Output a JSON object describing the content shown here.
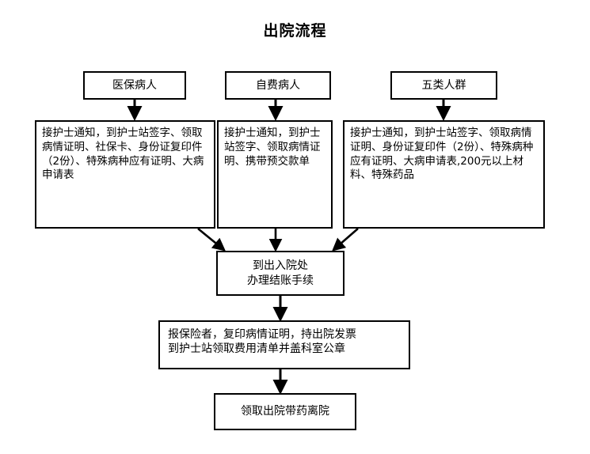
{
  "title": "出院流程",
  "colors": {
    "background": "#ffffff",
    "stroke": "#000000",
    "text": "#000000"
  },
  "nodes": {
    "top_insured": "医保病人",
    "top_selfpay": "自费病人",
    "top_five_categories": "五类人群",
    "detail_insured": "接护士通知，到护士站签字、领取病情证明、社保卡、身份证复印件（2份）、特殊病种应有证明、大病申请表",
    "detail_selfpay": "接护士通知，到护士站签字、领取病情证明、携带预交款单",
    "detail_five_categories": "接护士通知，到护士站签字、领取病情证明、身份证复印件（2份）、特殊病种应有证明、大病申请表,200元以上材料、特殊药品",
    "settlement": "到出入院处\n办理结账手续",
    "settlement_line1": "到出入院处",
    "settlement_line2": "办理结账手续",
    "insurance_claim_line1": "报保险者，复印病情证明，持出院发票",
    "insurance_claim_line2": "到护士站领取费用清单并盖科室公章",
    "final": "领取出院带药离院"
  },
  "edges": [
    {
      "name": "insured-to-detail",
      "from": "top_insured",
      "to": "detail_insured",
      "style": "vertical-arrow"
    },
    {
      "name": "selfpay-to-detail",
      "from": "top_selfpay",
      "to": "detail_selfpay",
      "style": "vertical-arrow"
    },
    {
      "name": "five-to-detail",
      "from": "top_five_categories",
      "to": "detail_five_categories",
      "style": "vertical-arrow"
    },
    {
      "name": "detail-insured-to-settlement",
      "from": "detail_insured",
      "to": "settlement",
      "style": "diagonal-arrow"
    },
    {
      "name": "detail-selfpay-to-settlement",
      "from": "detail_selfpay",
      "to": "settlement",
      "style": "vertical-arrow"
    },
    {
      "name": "detail-five-to-settlement",
      "from": "detail_five_categories",
      "to": "settlement",
      "style": "diagonal-arrow"
    },
    {
      "name": "settlement-to-insurance-claim",
      "from": "settlement",
      "to": "insurance_claim",
      "style": "vertical-arrow"
    },
    {
      "name": "insurance-claim-to-final",
      "from": "insurance_claim",
      "to": "final",
      "style": "vertical-arrow"
    }
  ]
}
